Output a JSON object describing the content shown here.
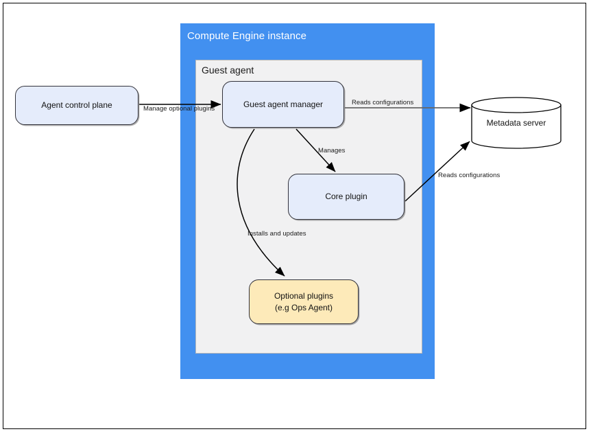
{
  "diagram": {
    "title_container": "Compute Engine instance",
    "panel_title": "Guest agent",
    "nodes": {
      "agent_control_plane": {
        "label": "Agent control plane",
        "shape": "rounded-rect",
        "fill": "#e5ecfb"
      },
      "guest_agent_manager": {
        "label": "Guest agent manager",
        "shape": "rounded-rect",
        "fill": "#e5ecfb"
      },
      "core_plugin": {
        "label": "Core plugin",
        "shape": "rounded-rect",
        "fill": "#e5ecfb"
      },
      "optional_plugins": {
        "label_line1": "Optional plugins",
        "label_line2": "(e.g  Ops Agent)",
        "shape": "rounded-rect",
        "fill": "#fdeab9"
      },
      "metadata_server": {
        "label": "Metadata server",
        "shape": "cylinder",
        "fill": "#ffffff"
      }
    },
    "edges": {
      "manage_optional_plugins": {
        "label": "Manage optional plugins",
        "from": "agent_control_plane",
        "to": "guest_agent_manager",
        "color": "#000000"
      },
      "reads_configurations_manager": {
        "label": "Reads configurations",
        "from": "guest_agent_manager",
        "to": "metadata_server",
        "color": "#666666"
      },
      "manages": {
        "label": "Manages",
        "from": "guest_agent_manager",
        "to": "core_plugin",
        "color": "#000000"
      },
      "installs_and_updates": {
        "label": "Installs and updates",
        "from": "guest_agent_manager",
        "to": "optional_plugins",
        "color": "#000000"
      },
      "reads_configurations_core": {
        "label": "Reads configurations",
        "from": "core_plugin",
        "to": "metadata_server",
        "color": "#000000"
      }
    },
    "colors": {
      "container_blue": "#4290f0",
      "panel_gray": "#f1f1f2",
      "node_blue": "#e5ecfb",
      "node_tan": "#fdeab9",
      "stroke_dark": "#32323a",
      "frame_border": "#000000"
    }
  }
}
